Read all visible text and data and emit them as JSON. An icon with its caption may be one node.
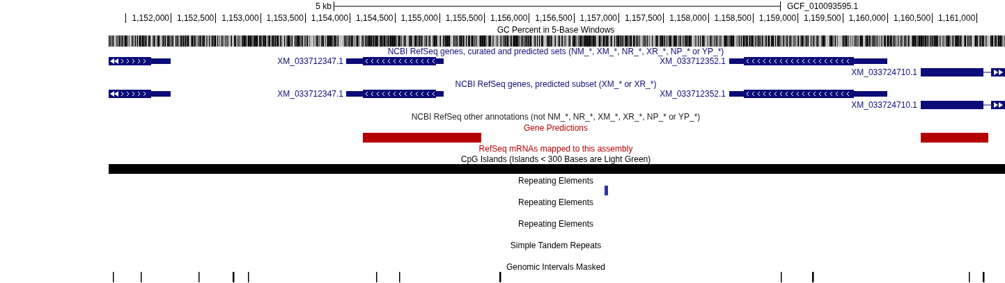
{
  "diagram": {
    "labels": [
      "5 kb",
      "GCF_010093595.1",
      "1,152,000",
      "1,152,500",
      "1,153,000",
      "1,153,500",
      "1,154,000",
      "1,154,500",
      "1,155,000",
      "1,155,500",
      "1,156,000",
      "1,156,500",
      "1,157,000",
      "1,157,500",
      "1,158,000",
      "1,158,500",
      "1,159,000",
      "1,159,500",
      "1,160,000",
      "1,160,500",
      "1,161,000",
      "GC Percent in 5-Base Windows",
      "NCBI RefSeq genes, curated and predicted sets (NM_*, XM_*, NR_*, XR_*, NP_* or YP_*)",
      "XM_033712347.1",
      "XM_033712352.1",
      "XM_033724710.1",
      "NCBI RefSeq genes, predicted subset (XM_* or XR_*)",
      "XM_033712347.1",
      "XM_033712352.1",
      "XM_033724710.1",
      "NCBI RefSeq other annotations (not NM_*, NR_*, XM_*, XR_*, NP_* or YP_*)",
      "Gene Predictions",
      "RefSeq mRNAs mapped to this assembly",
      "CpG Islands (Islands < 300 Bases are Light Green)",
      "Repeating Elements",
      "Repeating Elements",
      "Repeating Elements",
      "Simple Tandem Repeats",
      "Genomic Intervals Masked"
    ]
  }
}
